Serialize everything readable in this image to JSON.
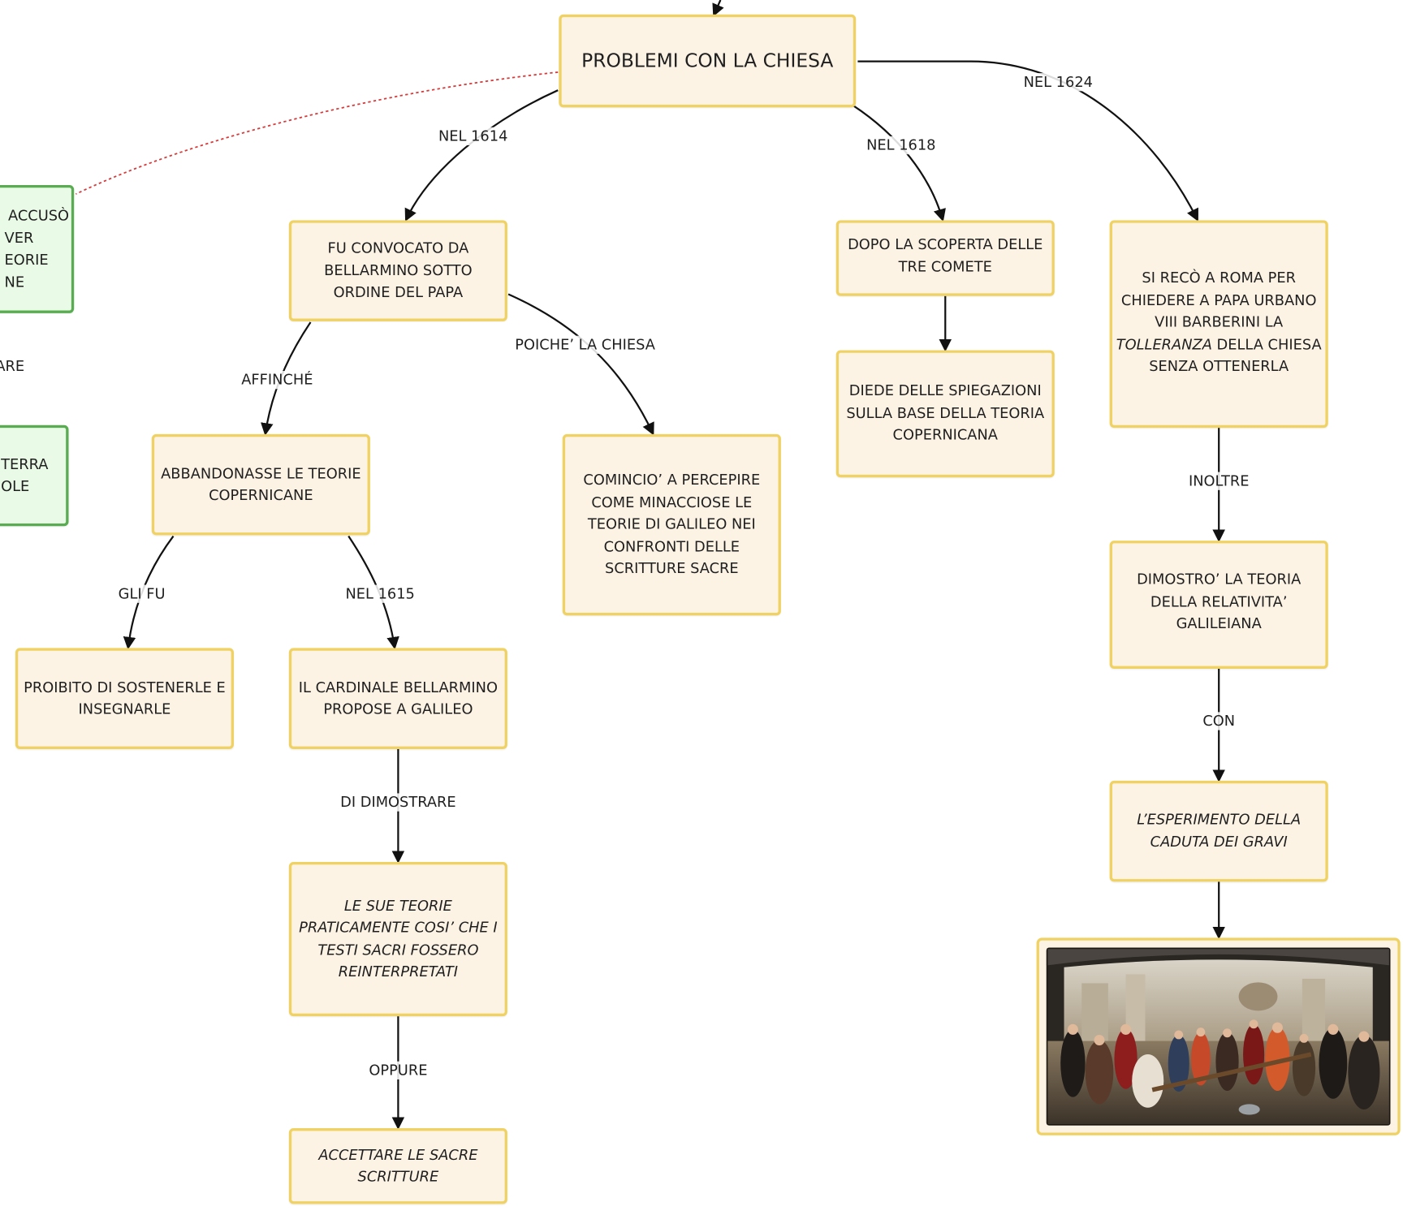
{
  "nodes": {
    "problemi": "PROBLEMI CON LA CHIESA",
    "convocato": "FU CONVOCATO DA BELLARMINO SOTTO ORDINE DEL PAPA",
    "abbandonasse": "ABBANDONASSE LE TEORIE COPERNICANE",
    "proibito": "PROIBITO DI SOSTENERLE E INSEGNARLE",
    "cardinale": "IL CARDINALE BELLARMINO PROPOSE A GALILEO",
    "teorie_testi": "LE SUE TEORIE PRATICAMENTE COSI’ CHE I TESTI SACRI FOSSERO REINTERPRETATI",
    "accettare": "ACCETTARE LE SACRE SCRITTURE",
    "cominciò": "COMINCIO’ A PERCEPIRE COME MINACCIOSE LE TEORIE DI GALILEO NEI CONFRONTI DELLE SCRITTURE SACRE",
    "comete": "DOPO LA SCOPERTA DELLE TRE COMETE",
    "spiegazioni": "DIEDE DELLE SPIEGAZIONI SULLA BASE DELLA TEORIA COPERNICANA",
    "roma_pre": "SI RECÒ A ROMA PER CHIEDERE A PAPA URBANO VIII BARBERINI LA",
    "roma_italic": "TOLLERANZA",
    "roma_post": "DELLA CHIESA SENZA OTTENERLA",
    "relativita": "DIMOSTRO’ LA TEORIA DELLA RELATIVITA’ GALILEIANA",
    "esperimento": "L’ESPERIMENTO DELLA CADUTA DEI GRAVI",
    "green1_l1": "ACCUSÒ",
    "green1_l2": "VER",
    "green1_l3": "EORIE",
    "green1_l4": "NE",
    "fragment_are": "ARE",
    "green2_l1": "TERRA",
    "green2_l2": "OLE"
  },
  "labels": {
    "nel1614": "NEL 1614",
    "nel1618": "NEL 1618",
    "nel1624": "NEL 1624",
    "affinche": "AFFINCHÉ",
    "poiche": "POICHE’ LA CHIESA",
    "gli_fu": "GLI FU",
    "nel1615": "NEL 1615",
    "di_dimostrare": "DI DIMOSTRARE",
    "oppure": "OPPURE",
    "inoltre": "INOLTRE",
    "con": "CON"
  },
  "colors": {
    "node_fill": "#fdf3e5",
    "node_border": "#f0d264",
    "green_fill": "#e9fbe6",
    "green_border": "#5aac52",
    "dotted_link": "#d63a3a"
  }
}
